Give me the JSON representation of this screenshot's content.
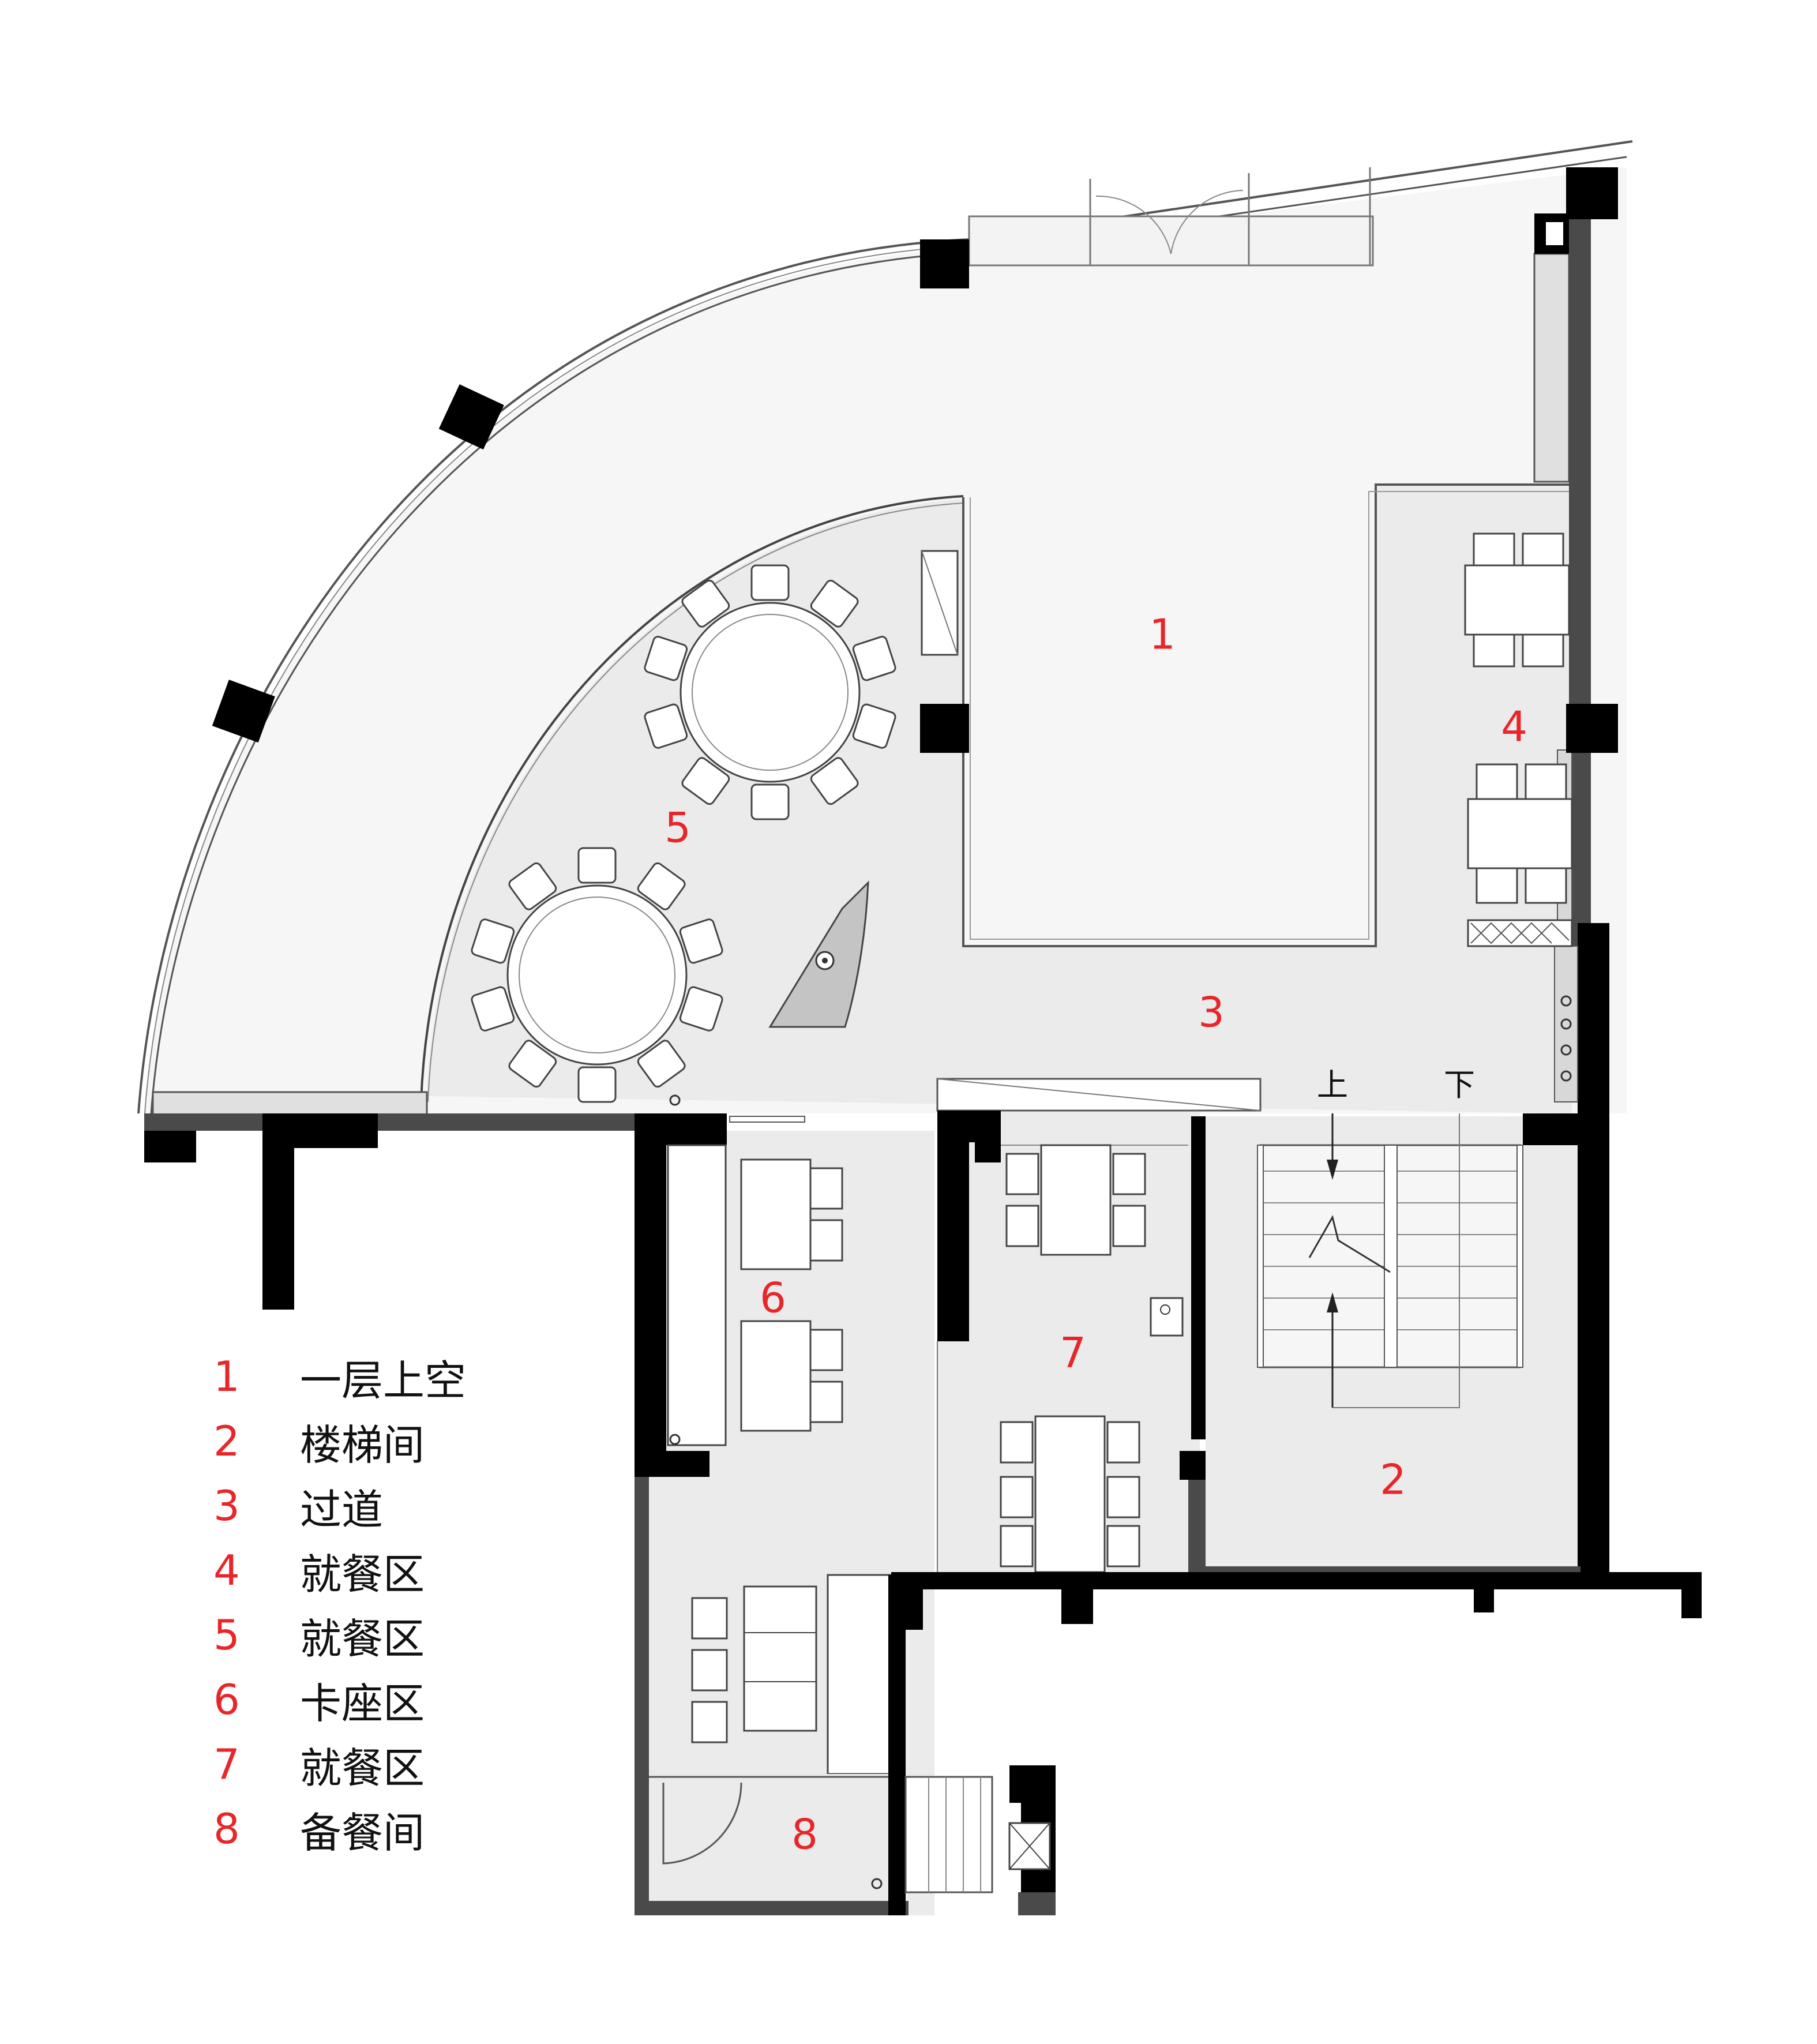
{
  "rooms": [
    {
      "num": "1"
    },
    {
      "num": "2"
    },
    {
      "num": "3"
    },
    {
      "num": "4"
    },
    {
      "num": "5"
    },
    {
      "num": "6"
    },
    {
      "num": "7"
    },
    {
      "num": "8"
    }
  ],
  "stairs": {
    "up_label": "上",
    "down_label": "下"
  },
  "legend": [
    {
      "num": "1",
      "name": "一层上空"
    },
    {
      "num": "2",
      "name": "楼梯间"
    },
    {
      "num": "3",
      "name": "过道"
    },
    {
      "num": "4",
      "name": "就餐区"
    },
    {
      "num": "5",
      "name": "就餐区"
    },
    {
      "num": "6",
      "name": "卡座区"
    },
    {
      "num": "7",
      "name": "就餐区"
    },
    {
      "num": "8",
      "name": "备餐间"
    }
  ],
  "colors": {
    "room_number": "#e8262a",
    "wall": "#000000",
    "partition": "#4a4a4a",
    "floor": "#ebebeb",
    "void": "#f6f6f6"
  }
}
